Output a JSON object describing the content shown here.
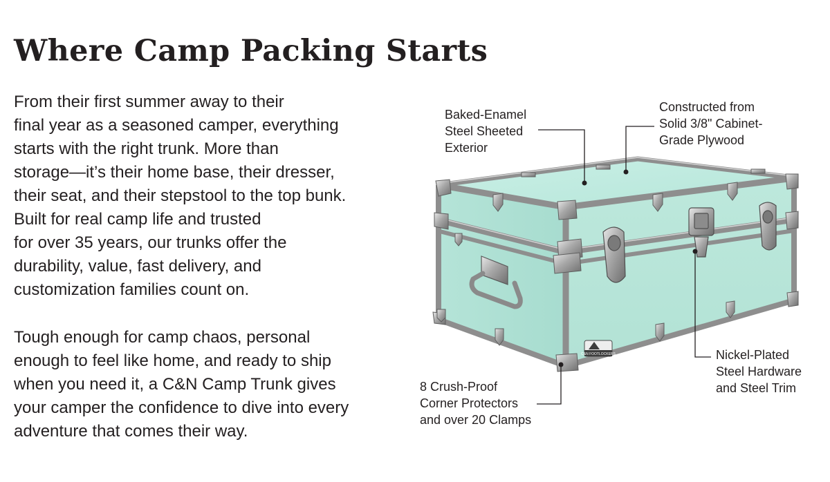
{
  "heading": "Where Camp Packing Starts",
  "paragraph1": [
    "From their first summer away to their",
    "final year as a seasoned camper, everything",
    "starts with the right trunk. More than",
    "storage—it’s their home base, their dresser,",
    "their seat, and their stepstool to the top bunk.",
    "Built for real camp life and trusted",
    "for over 35 years, our trunks offer the",
    "durability, value, fast delivery, and",
    "customization families count on."
  ],
  "paragraph2": [
    "Tough enough for camp chaos, personal",
    "enough to feel like home, and ready to ship",
    "when you need it, a C&N Camp Trunk gives",
    "your camper the confidence to dive into every",
    "adventure that comes their way."
  ],
  "callouts": {
    "exterior": [
      "Baked-Enamel",
      "Steel Sheeted",
      "Exterior"
    ],
    "plywood": [
      "Constructed from",
      "Solid 3/8\" Cabinet-",
      "Grade Plywood"
    ],
    "hardware": [
      "Nickel-Plated",
      "Steel Hardware",
      "and Steel Trim"
    ],
    "corners": [
      "8 Crush-Proof",
      "Corner Protectors",
      "and over 20 Clamps"
    ]
  },
  "product": {
    "badge_text": "C&N FOOTLOCKERS",
    "colors": {
      "trunk": "#bde8dc",
      "trunk_side": "#a9ddd0",
      "trim": "#9a9a9a",
      "text": "#231f20"
    }
  }
}
